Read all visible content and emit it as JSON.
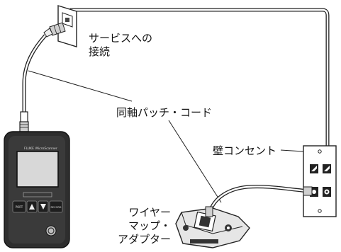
{
  "labels": {
    "service_connection": [
      "サービスへの",
      "接続"
    ],
    "coax_patch_cord": "同軸パッチ・コード",
    "wall_outlet": "壁コンセント",
    "wiremap_adapter": [
      "ワイヤー",
      "マップ・",
      "アダプター"
    ]
  },
  "tester": {
    "brand_text": "FLUKE",
    "model_text": "MicroScanner",
    "keys": [
      "PORT",
      "",
      "",
      "RECORD"
    ]
  },
  "colors": {
    "line": "#222222",
    "cable_fill": "#ffffff",
    "device_dark": "#2e2e2e",
    "screen": "#d8d8d8",
    "adapter_light": "#e6e6e6"
  }
}
